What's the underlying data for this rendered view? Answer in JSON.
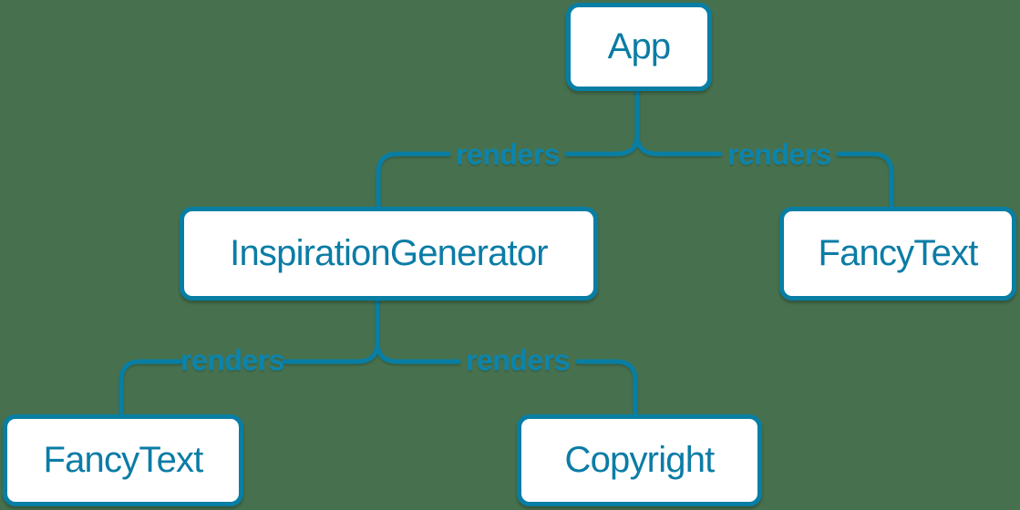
{
  "diagram": {
    "type": "component-render-tree",
    "nodes": [
      {
        "id": "app",
        "label": "App"
      },
      {
        "id": "inspiration-generator",
        "label": "InspirationGenerator"
      },
      {
        "id": "fancy-text-right",
        "label": "FancyText"
      },
      {
        "id": "fancy-text-left",
        "label": "FancyText"
      },
      {
        "id": "copyright",
        "label": "Copyright"
      }
    ],
    "edges": [
      {
        "from": "App",
        "to": "InspirationGenerator",
        "label": "renders"
      },
      {
        "from": "App",
        "to": "FancyText",
        "label": "renders"
      },
      {
        "from": "InspirationGenerator",
        "to": "FancyText",
        "label": "renders"
      },
      {
        "from": "InspirationGenerator",
        "to": "Copyright",
        "label": "renders"
      }
    ],
    "colors": {
      "background": "#47714e",
      "line": "#087ea4",
      "node_fill": "#ffffff",
      "node_text": "#0b7ca6",
      "label_text": "#0c84ad"
    }
  }
}
